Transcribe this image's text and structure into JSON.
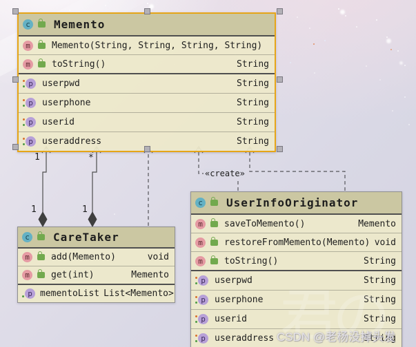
{
  "icons": {
    "class_letter": "c",
    "method_letter": "m",
    "field_letter": "p"
  },
  "colors": {
    "selection_border": "#e6a517",
    "class_header_bg": "#cbc7a2",
    "class_body_bg": "#ede9ca",
    "canvas_bg": "#dbdae6",
    "edge_stroke": "#4e4e4e"
  },
  "classes": {
    "memento": {
      "name": "Memento",
      "methods": [
        {
          "label": "Memento(String, String, String, String)",
          "type": ""
        },
        {
          "label": "toString()",
          "type": "String"
        }
      ],
      "fields": [
        {
          "label": "userpwd",
          "type": "String"
        },
        {
          "label": "userphone",
          "type": "String"
        },
        {
          "label": "userid",
          "type": "String"
        },
        {
          "label": "useraddress",
          "type": "String"
        }
      ]
    },
    "caretaker": {
      "name": "CareTaker",
      "methods": [
        {
          "label": "add(Memento)",
          "type": "void"
        },
        {
          "label": "get(int)",
          "type": "Memento"
        }
      ],
      "fields": [
        {
          "label": "mementoList",
          "type": "List<Memento>"
        }
      ]
    },
    "originator": {
      "name": "UserInfoOriginator",
      "methods": [
        {
          "label": "saveToMemento()",
          "type": "Memento"
        },
        {
          "label": "restoreFromMemento(Memento)",
          "type": "void"
        },
        {
          "label": "toString()",
          "type": "String"
        }
      ],
      "fields": [
        {
          "label": "userpwd",
          "type": "String"
        },
        {
          "label": "userphone",
          "type": "String"
        },
        {
          "label": "userid",
          "type": "String"
        },
        {
          "label": "useraddress",
          "type": "String"
        }
      ]
    }
  },
  "edges": {
    "create_label": "«create»",
    "comp1_top_mult": "1",
    "comp1_bottom_mult": "1",
    "comp2_top_mult": "*",
    "comp2_bottom_mult": "1"
  },
  "wallpaper": {
    "glyph": "君の"
  },
  "watermark": {
    "text": "CSDN @老杨没掉头发"
  }
}
